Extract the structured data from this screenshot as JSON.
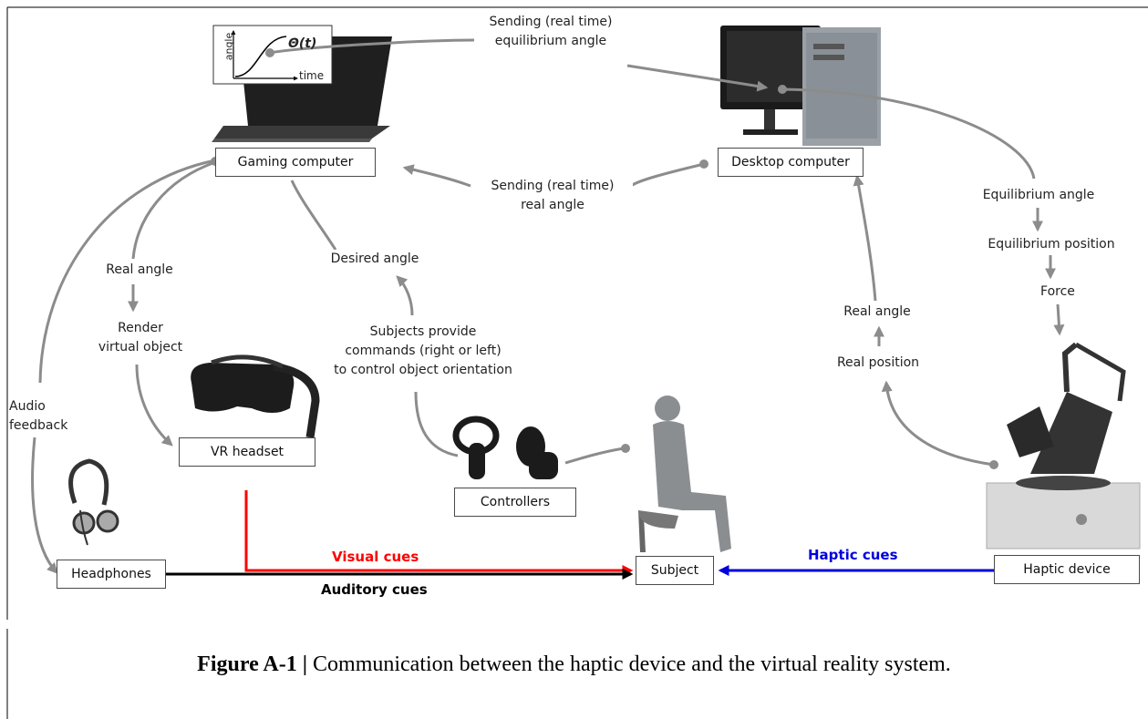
{
  "boxes": {
    "gaming_computer": "Gaming computer",
    "desktop_computer": "Desktop computer",
    "vr_headset": "VR headset",
    "controllers": "Controllers",
    "subject": "Subject",
    "headphones": "Headphones",
    "haptic_device": "Haptic device"
  },
  "labels": {
    "sending_equilibrium": [
      "Sending (real time)",
      "equilibrium angle"
    ],
    "sending_real": [
      "Sending (real time)",
      "real angle"
    ],
    "desired_angle": "Desired angle",
    "real_angle_left": "Real angle",
    "render": [
      "Render",
      "virtual object"
    ],
    "subjects_provide": [
      "Subjects provide",
      "commands (right or left)",
      "to control object orientation"
    ],
    "audio_feedback": [
      "Audio",
      "feedback"
    ],
    "equilibrium_angle": "Equilibrium angle",
    "equilibrium_position": "Equilibrium position",
    "force": "Force",
    "real_angle_right": "Real angle",
    "real_position": "Real position"
  },
  "cues": {
    "visual": "Visual cues",
    "auditory": "Auditory cues",
    "haptic": "Haptic cues"
  },
  "graph_inset": {
    "ylabel": "angle",
    "xlabel": "time",
    "curve_label": "Θ(t)"
  },
  "caption": {
    "figure_id": "Figure A-1 |",
    "text": " Communication between the haptic device and the virtual reality system."
  },
  "colors": {
    "arrow": "#8c8c8c",
    "visual": "#ff0000",
    "auditory": "#000000",
    "haptic": "#0000dd"
  }
}
